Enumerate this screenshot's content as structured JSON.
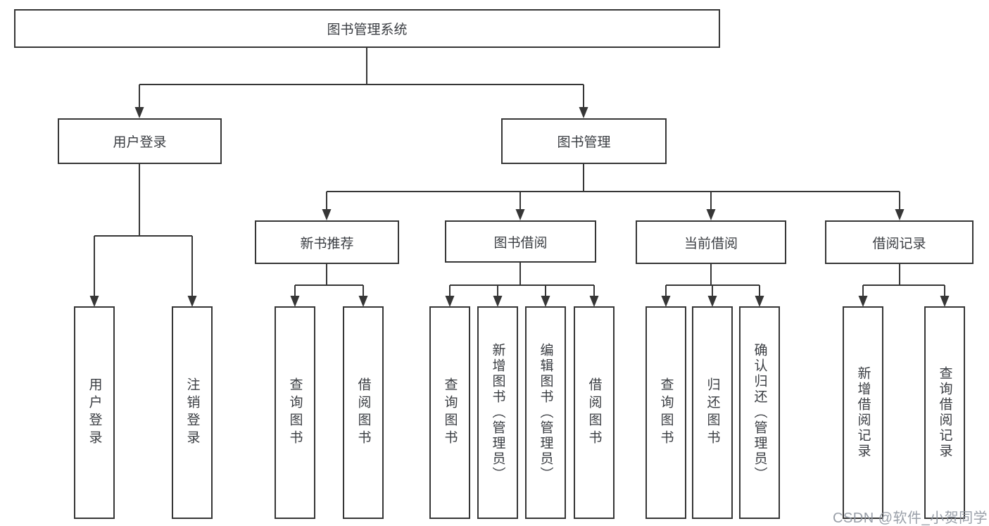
{
  "diagram": {
    "root": {
      "label": "图书管理系统"
    },
    "level2": [
      {
        "label": "用户登录"
      },
      {
        "label": "图书管理"
      }
    ],
    "level3": [
      {
        "label": "新书推荐"
      },
      {
        "label": "图书借阅"
      },
      {
        "label": "当前借阅"
      },
      {
        "label": "借阅记录"
      }
    ],
    "leaves": [
      "用户登录",
      "注销登录",
      "查询图书",
      "借阅图书",
      "查询图书",
      "新增图书（管理员）",
      "编辑图书（管理员）",
      "借阅图书",
      "查询图书",
      "归还图书",
      "确认归还（管理员）",
      "新增借阅记录",
      "查询借阅记录"
    ],
    "line_color": "#363636",
    "watermark": "CSDN @软件_小贺同学"
  }
}
